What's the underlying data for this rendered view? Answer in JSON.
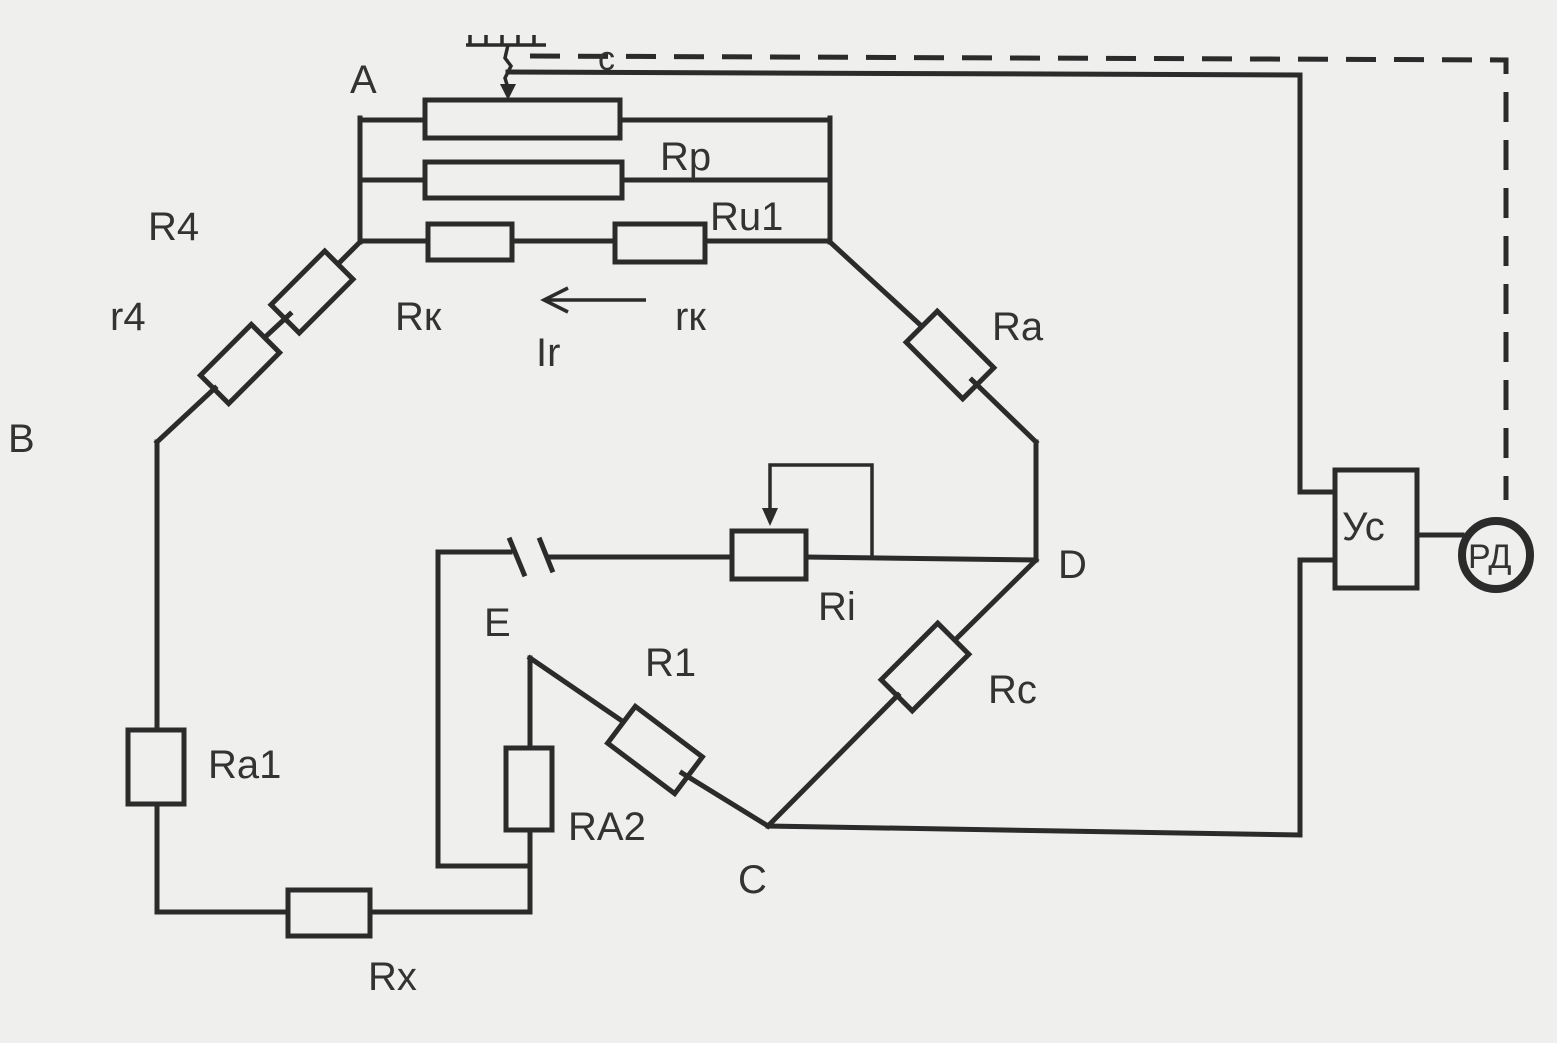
{
  "labels": {
    "A": "A",
    "B": "B",
    "C": "C",
    "D": "D",
    "E": "E",
    "c": "c",
    "Rp": "Rp",
    "Ru1": "Ru1",
    "R4": "R4",
    "r4": "r4",
    "Rk": "Rк",
    "rk": "rк",
    "Ir": "Ir",
    "Ra": "Ra",
    "Ri": "Ri",
    "Rc": "Rc",
    "R1": "R1",
    "Ra1": "Ra1",
    "RA2": "RA2",
    "Rx": "Rx",
    "Us": "Ус",
    "RD": "РД"
  },
  "colors": {
    "line": "#2b2b2b",
    "background": "#efefed",
    "text": "#333333"
  }
}
